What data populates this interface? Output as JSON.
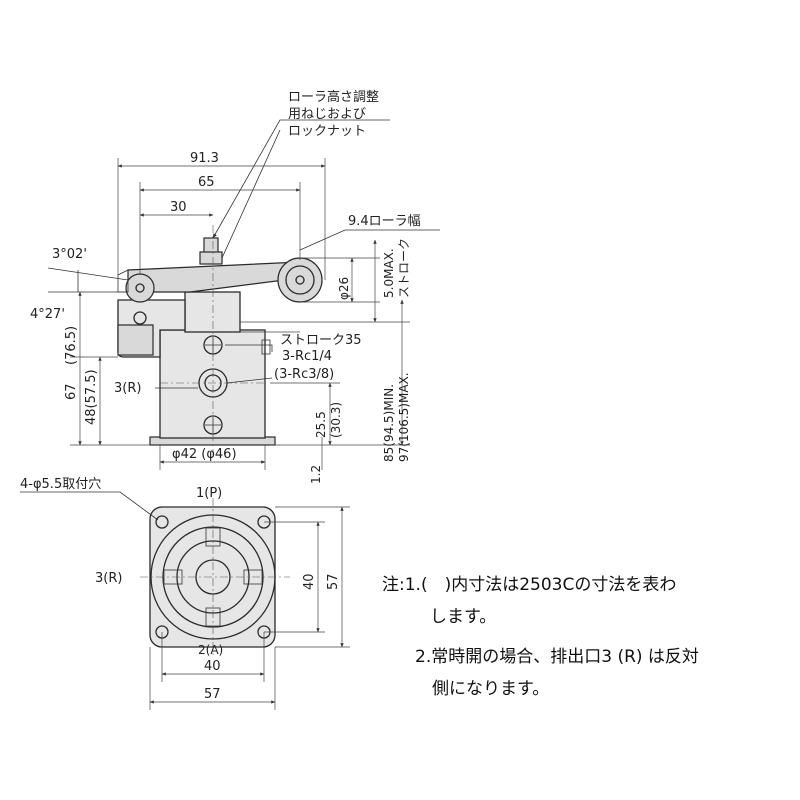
{
  "labels": {
    "adjust_1": "ローラ高さ調整",
    "adjust_2": "用ねじおよび",
    "adjust_3": "ロックナット",
    "dim_913": "91.3",
    "dim_65": "65",
    "dim_30": "30",
    "roller_width": "9.4ローラ幅",
    "angle_302": "3°02'",
    "angle_427": "4°27'",
    "phi26": "φ26",
    "stroke_max": "5.0MAX.",
    "stroke_label": "ストローク",
    "stroke35": "ストローク35",
    "rc14": "3-Rc1/4",
    "rc38": "(3-Rc3/8)",
    "r3_side": "3(R)",
    "dim_67": "67",
    "dim_765": "(76.5)",
    "dim_48": "48(57.5)",
    "dim_255": "25.5",
    "dim_303": "(30.3)",
    "dim_85": "85(94.5)MIN.",
    "dim_97": "97(106.5)MAX.",
    "dim_12": "1.2",
    "phi42": "φ42 (φ46)",
    "holes": "4-φ5.5取付穴",
    "port_p": "1(P)",
    "port_r": "3(R)",
    "port_a": "2(A)",
    "dim_40_v": "40",
    "dim_57_v": "57",
    "dim_40_h": "40",
    "dim_57_h": "57"
  },
  "notes": {
    "line1": "注:1.(　)内寸法は2503Cの寸法を表わ",
    "line2": "します。",
    "line3": "2.常時開の場合、排出口3 (R) は反対",
    "line4": "側になります。"
  }
}
